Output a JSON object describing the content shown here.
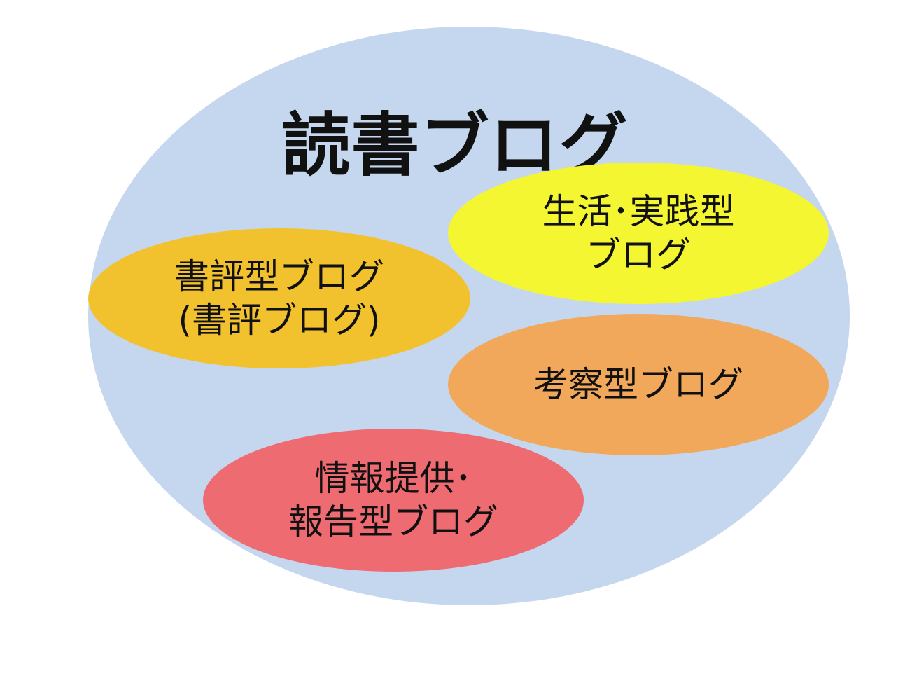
{
  "diagram": {
    "title": "読書ブログ",
    "colors": {
      "outer": "#c5d7ee",
      "book_review": "#f2c12e",
      "life_practice": "#f3f630",
      "consideration": "#f2a85a",
      "info_report": "#ee6b72"
    },
    "categories": [
      {
        "id": "book_review",
        "lines": [
          "書評型ブログ",
          "(書評ブログ)"
        ]
      },
      {
        "id": "life_practice",
        "lines": [
          "生活･実践型",
          "ブログ"
        ]
      },
      {
        "id": "consideration",
        "lines": [
          "考察型ブログ"
        ]
      },
      {
        "id": "info_report",
        "lines": [
          "情報提供･",
          "報告型ブログ"
        ]
      }
    ]
  }
}
